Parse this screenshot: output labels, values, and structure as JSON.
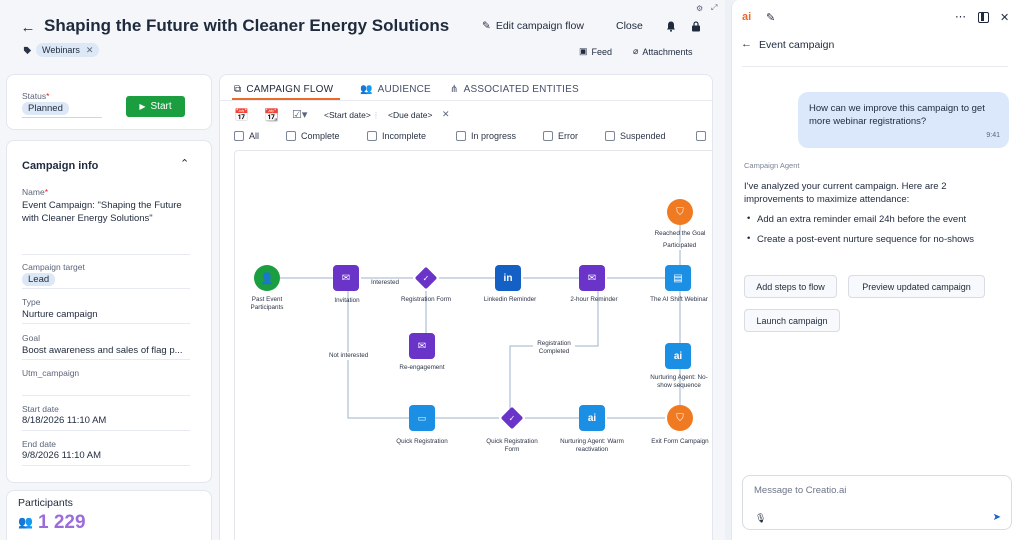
{
  "header": {
    "title": "Shaping the Future with Cleaner Energy Solutions",
    "tag": "Webinars",
    "edit_flow": "Edit campaign flow",
    "close": "Close",
    "feed": "Feed",
    "attachments": "Attachments"
  },
  "status": {
    "label": "Status",
    "value": "Planned",
    "start": "Start"
  },
  "campaign_info": {
    "title": "Campaign info",
    "name_label": "Name",
    "name_value": "Event Campaign: \"Shaping the Future with Cleaner Energy Solutions\"",
    "target_label": "Campaign target",
    "target_value": "Lead",
    "type_label": "Type",
    "type_value": "Nurture campaign",
    "goal_label": "Goal",
    "goal_value": "Boost awareness and sales of flag p...",
    "utm_label": "Utm_campaign",
    "start_label": "Start date",
    "start_value": "8/18/2026 11:10 AM",
    "end_label": "End date",
    "end_value": "9/8/2026 11:10 AM"
  },
  "participants": {
    "label": "Participants",
    "value": "1 229"
  },
  "tabs": {
    "flow": "CAMPAIGN FLOW",
    "audience": "AUDIENCE",
    "entities": "ASSOCIATED ENTITIES"
  },
  "filters": {
    "start_date": "<Start date>",
    "due_date": "<Due date>",
    "all": "All",
    "complete": "Complete",
    "incomplete": "Incomplete",
    "in_progress": "In progress",
    "error": "Error",
    "suspended": "Suspended"
  },
  "flow": {
    "past_event": "Past Event Participants",
    "invitation": "Invitation",
    "reg_form": "Registration Form",
    "linkedin": "Linkedin Reminder",
    "reminder": "2-hour Reminder",
    "webinar": "The AI Shift Webinar",
    "reached_goal": "Reached the Goal",
    "reengagement": "Re-engagement",
    "nurturing_noshow": "Nurturing Agent: No-show sequence",
    "quick_reg": "Quick Registration",
    "quick_reg_form": "Quick Registration Form",
    "nurturing_warm": "Nurturing Agent: Warm reactivation",
    "exit_form": "Exit Form Campaign",
    "edge_interested": "Interested",
    "edge_not_interested": "Not interested",
    "edge_reg_completed": "Registration Completed",
    "edge_participated": "Participated"
  },
  "chat": {
    "header": "Event campaign",
    "user_msg": "How can we improve this campaign to get more webinar registrations?",
    "time": "9:41",
    "agent_name": "Campaign Agent",
    "agent_intro": "I've analyzed your current campaign. Here are 2 improvements to maximize attendance:",
    "bullet1": "Add an extra reminder email 24h before the event",
    "bullet2": "Create a post-event nurture sequence for no-shows",
    "btn_add": "Add steps to flow",
    "btn_preview": "Preview updated campaign",
    "btn_launch": "Launch campaign",
    "placeholder": "Message to Creatio.ai"
  },
  "colors": {
    "accent": "#e86b2b",
    "green": "#1a9e3f",
    "purple": "#6a34c9",
    "blue": "#1a8fe3",
    "orange": "#f07a22",
    "linkedin": "#1460c4",
    "participants": "#9b6ddb"
  }
}
